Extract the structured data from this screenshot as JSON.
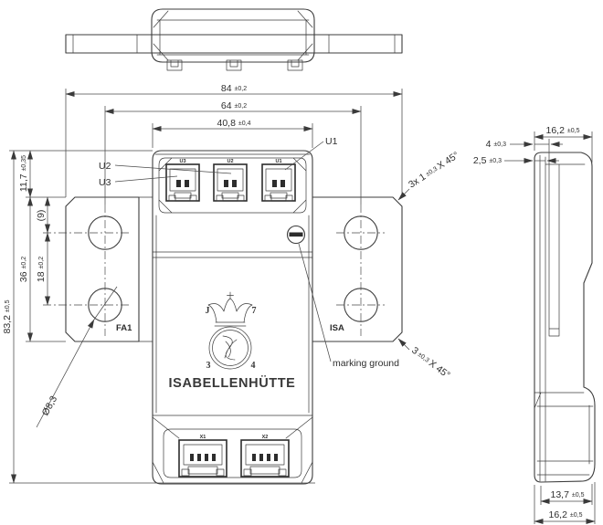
{
  "brand": {
    "name": "ISABELLENHÜTTE",
    "logo_chars": {
      "top_left": "J",
      "top_right": "7",
      "bottom_left": "3",
      "bottom_right": "4"
    }
  },
  "front_view": {
    "dimensions": {
      "overall_width": {
        "value": "84",
        "tol": "±0,2"
      },
      "hole_spacing": {
        "value": "64",
        "tol": "±0,2"
      },
      "body_width": {
        "value": "40,8",
        "tol": "±0,4"
      },
      "top_offset": {
        "value": "11,7",
        "tol": "±0,35"
      },
      "tab_height": {
        "value": "36",
        "tol": "±0,2"
      },
      "hole_pitch": {
        "value": "18",
        "tol": "±0,2"
      },
      "hole_ref": {
        "value": "(9)"
      },
      "overall_height": {
        "value": "83,2",
        "tol": "±0,5"
      },
      "hole_diameter": {
        "value": "Ø8,3"
      },
      "chamfer_top": {
        "prefix": "3x 1",
        "tol": "±0,3",
        "suffix": "X 45°"
      },
      "chamfer_bottom": {
        "prefix": "3",
        "tol": "±0,3",
        "suffix": "X 45°"
      }
    },
    "callouts": {
      "u1": "U1",
      "u2": "U2",
      "u3": "U3",
      "fa1": "FA1",
      "isa": "ISA",
      "marking_ground": "marking ground"
    },
    "connectors": {
      "top": [
        "U3",
        "U2",
        "U1"
      ],
      "bottom": [
        "X1",
        "X2"
      ]
    }
  },
  "side_view": {
    "dimensions": {
      "top_width": {
        "value": "16,2",
        "tol": "±0,5"
      },
      "rib_offset": {
        "value": "4",
        "tol": "±0,3"
      },
      "wall_offset": {
        "value": "2,5",
        "tol": "±0,3"
      },
      "bottom_inner_width": {
        "value": "13,7",
        "tol": "±0,5"
      },
      "bottom_width": {
        "value": "16,2",
        "tol": "±0,5"
      }
    }
  }
}
